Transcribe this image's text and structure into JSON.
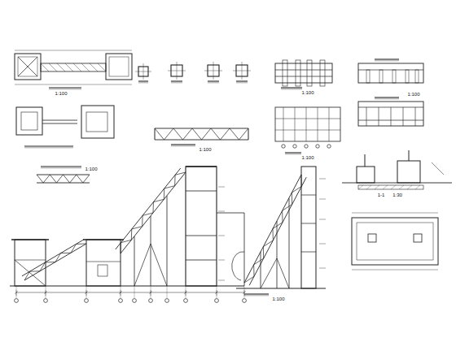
{
  "diagram": {
    "labels": [
      "1:100",
      "1:100",
      "1:100",
      "1:100",
      "1:100",
      "1:100",
      "1:100",
      "1-1",
      "1:30"
    ]
  }
}
